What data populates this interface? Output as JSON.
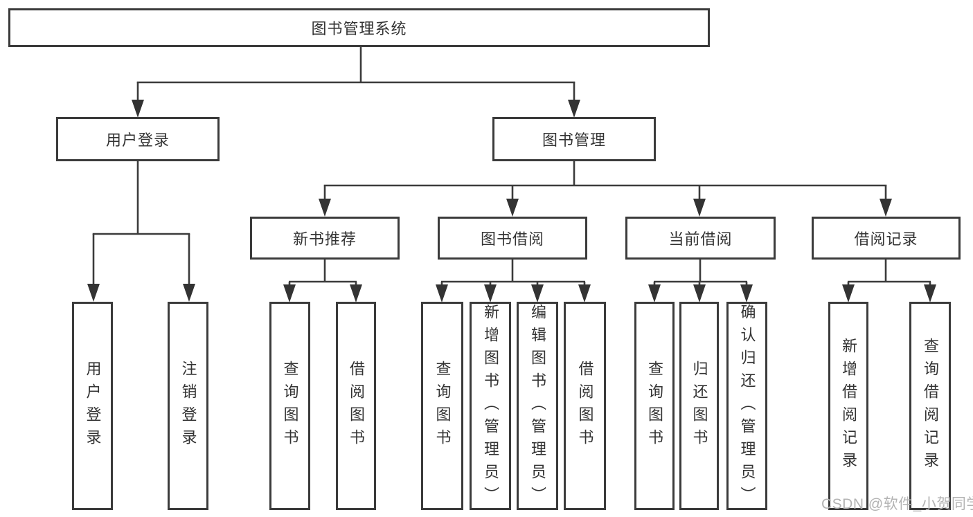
{
  "diagram_title": "图书管理系统",
  "tree": {
    "label": "图书管理系统",
    "children": [
      {
        "label": "用户登录",
        "children": [
          {
            "label": "用户登录"
          },
          {
            "label": "注销登录"
          }
        ]
      },
      {
        "label": "图书管理",
        "children": [
          {
            "label": "新书推荐",
            "children": [
              {
                "label": "查询图书"
              },
              {
                "label": "借阅图书"
              }
            ]
          },
          {
            "label": "图书借阅",
            "children": [
              {
                "label": "查询图书"
              },
              {
                "label": "新增图书（管理员）"
              },
              {
                "label": "编辑图书（管理员）"
              },
              {
                "label": "借阅图书"
              }
            ]
          },
          {
            "label": "当前借阅",
            "children": [
              {
                "label": "查询图书"
              },
              {
                "label": "归还图书"
              },
              {
                "label": "确认归还（管理员）"
              }
            ]
          },
          {
            "label": "借阅记录",
            "children": [
              {
                "label": "新增借阅记录"
              },
              {
                "label": "查询借阅记录"
              }
            ]
          }
        ]
      }
    ]
  },
  "watermark": {
    "text": "CSDN @软件_小贺同学"
  },
  "colors": {
    "line": "#3b3b3b",
    "text": "#333333",
    "background": "#ffffff",
    "watermark": "#b3b3b3"
  }
}
